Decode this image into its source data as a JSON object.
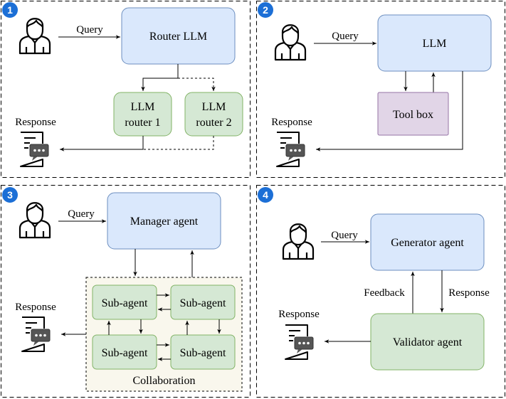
{
  "panel1": {
    "badge": "1",
    "query_label": "Query",
    "router_llm": "Router LLM",
    "router1_line1": "LLM",
    "router1_line2": "router 1",
    "router2_line1": "LLM",
    "router2_line2": "router 2",
    "response_label": "Response"
  },
  "panel2": {
    "badge": "2",
    "query_label": "Query",
    "llm": "LLM",
    "toolbox": "Tool box",
    "response_label": "Response"
  },
  "panel3": {
    "badge": "3",
    "query_label": "Query",
    "manager": "Manager agent",
    "sub_agents": [
      "Sub-agent",
      "Sub-agent",
      "Sub-agent",
      "Sub-agent"
    ],
    "collaboration": "Collaboration",
    "response_label": "Response"
  },
  "panel4": {
    "badge": "4",
    "query_label": "Query",
    "generator": "Generator agent",
    "validator": "Validator agent",
    "feedback_label": "Feedback",
    "response_edge_label": "Response",
    "response_label": "Response"
  },
  "colors": {
    "blue_fill": "#dae8fc",
    "green_fill": "#d5e8d4",
    "purple_fill": "#e1d5e7",
    "badge": "#1c6fd6",
    "collaboration_fill": "#f9f7ed"
  },
  "icons": [
    "user-icon",
    "document-chat-icon"
  ]
}
